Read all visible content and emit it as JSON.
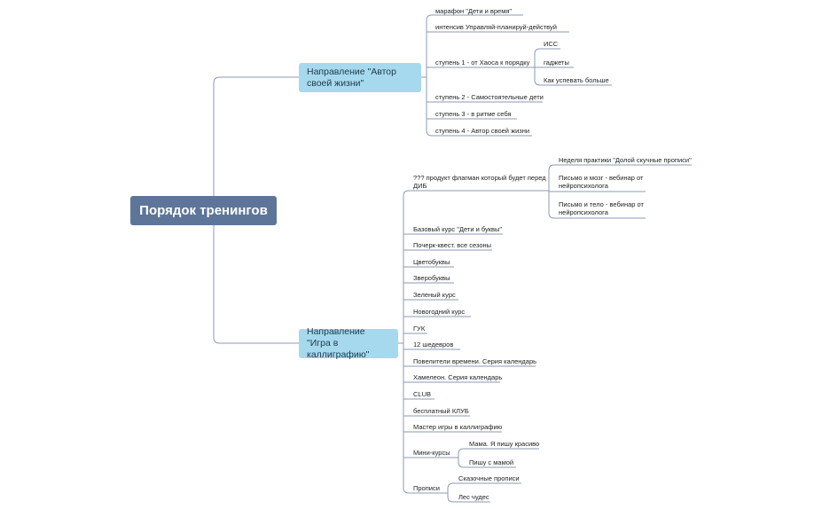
{
  "root": {
    "label": "Порядок тренингов"
  },
  "branches": [
    {
      "label": "Направление \"Автор своей жизни\"",
      "children": [
        {
          "label": "марафон \"Дети и время\""
        },
        {
          "label": "интенсив Управляй-планируй-действуй"
        },
        {
          "label": "ступень 1 - от Хаоса к порядку",
          "children": [
            {
              "label": "ИСС"
            },
            {
              "label": "гаджеты"
            },
            {
              "label": "Как успевать больше"
            }
          ]
        },
        {
          "label": "ступень 2 - Самостоятельные дети"
        },
        {
          "label": "ступень 3 - в ритме себя"
        },
        {
          "label": "ступень 4 - Автор своей жизни"
        }
      ]
    },
    {
      "label": "Направление \"Игра в каллиграфию\"",
      "children": [
        {
          "label": "??? продукт флагман который будет перед ДИБ",
          "children": [
            {
              "label": "Неделя практики \"Долой скучные прописи\""
            },
            {
              "label": "Письмо и мозг - вебинар от нейропсихолога"
            },
            {
              "label": "Письмо и тело - вебинар от нейропсихолога"
            }
          ]
        },
        {
          "label": "Базовый курс \"Дети и буквы\""
        },
        {
          "label": "Почерк-квест. все сезоны"
        },
        {
          "label": "Цветобуквы"
        },
        {
          "label": "Зверобуквы"
        },
        {
          "label": "Зеленый курс"
        },
        {
          "label": "Новогодний курс"
        },
        {
          "label": "ГУК"
        },
        {
          "label": "12 шедевров"
        },
        {
          "label": "Повелители времени. Серия календарь"
        },
        {
          "label": "Хамелеон. Серия календарь"
        },
        {
          "label": "CLUB"
        },
        {
          "label": "бесплатный КЛУБ"
        },
        {
          "label": "Мастер игры в каллиграфию"
        },
        {
          "label": "Мини-курсы",
          "children": [
            {
              "label": "Мама. Я пишу красиво"
            },
            {
              "label": "Пишу с мамой"
            }
          ]
        },
        {
          "label": "Прописи",
          "children": [
            {
              "label": "Сказочные прописи"
            },
            {
              "label": "Лес чудес"
            }
          ]
        }
      ]
    }
  ],
  "colors": {
    "root_bg": "#5d7598",
    "main_bg": "#a7d9ee",
    "line": "#8a9bb3"
  }
}
